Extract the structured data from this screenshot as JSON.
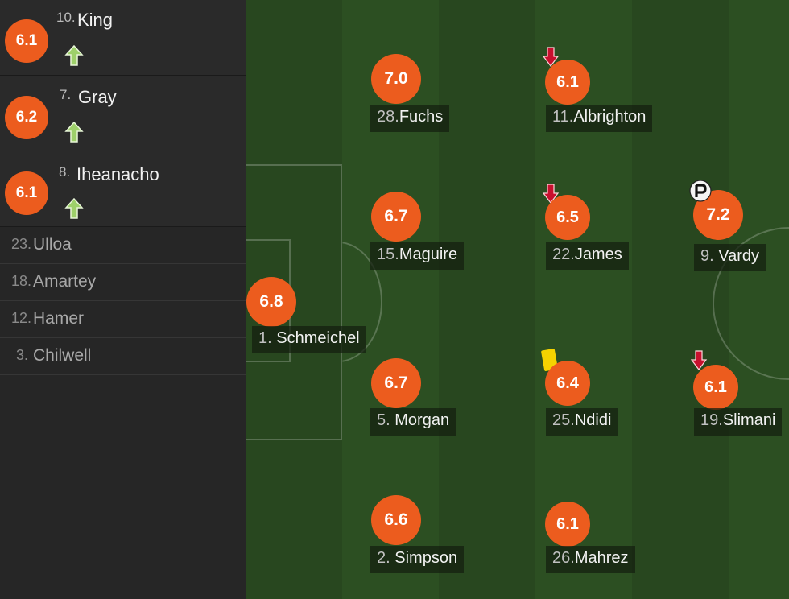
{
  "substitutes_on": [
    {
      "rating": "6.1",
      "number": "10.",
      "name": "King",
      "icon": "sub-on-arrow-icon"
    },
    {
      "rating": "6.2",
      "number": "7.",
      "name": "Gray",
      "icon": "sub-on-arrow-icon"
    },
    {
      "rating": "6.1",
      "number": "8.",
      "name": "Iheanacho",
      "icon": "sub-on-arrow-icon"
    }
  ],
  "bench": [
    {
      "number": "23.",
      "name": "Ulloa"
    },
    {
      "number": "18.",
      "name": "Amartey"
    },
    {
      "number": "12.",
      "name": "Hamer"
    },
    {
      "number": "3.",
      "name": "Chilwell"
    }
  ],
  "lineup": {
    "fuchs": {
      "rating": "7.0",
      "number": "28.",
      "name": "Fuchs"
    },
    "albrighton": {
      "rating": "6.1",
      "number": "11.",
      "name": "Albrighton",
      "icon": "sub-off-arrow-icon"
    },
    "maguire": {
      "rating": "6.7",
      "number": "15.",
      "name": "Maguire"
    },
    "james": {
      "rating": "6.5",
      "number": "22.",
      "name": "James",
      "icon": "sub-off-arrow-icon"
    },
    "vardy": {
      "rating": "7.2",
      "number": "9.",
      "name": "Vardy",
      "icon": "penalty-ball-icon"
    },
    "schmeichel": {
      "rating": "6.8",
      "number": "1.",
      "name": "Schmeichel"
    },
    "morgan": {
      "rating": "6.7",
      "number": "5.",
      "name": "Morgan"
    },
    "ndidi": {
      "rating": "6.4",
      "number": "25.",
      "name": "Ndidi",
      "icon": "yellow-card-icon"
    },
    "slimani": {
      "rating": "6.1",
      "number": "19.",
      "name": "Slimani",
      "icon": "sub-off-arrow-icon"
    },
    "simpson": {
      "rating": "6.6",
      "number": "2.",
      "name": "Simpson"
    },
    "mahrez": {
      "rating": "6.1",
      "number": "26.",
      "name": "Mahrez"
    }
  },
  "colors": {
    "rating_badge": "#ec5c1e",
    "sub_on_arrow": "#9ed06a",
    "sub_off_arrow": "#c8102e",
    "yellow_card": "#f5d300",
    "pitch_dark": "#28471f",
    "pitch_light": "#2c4f22"
  }
}
